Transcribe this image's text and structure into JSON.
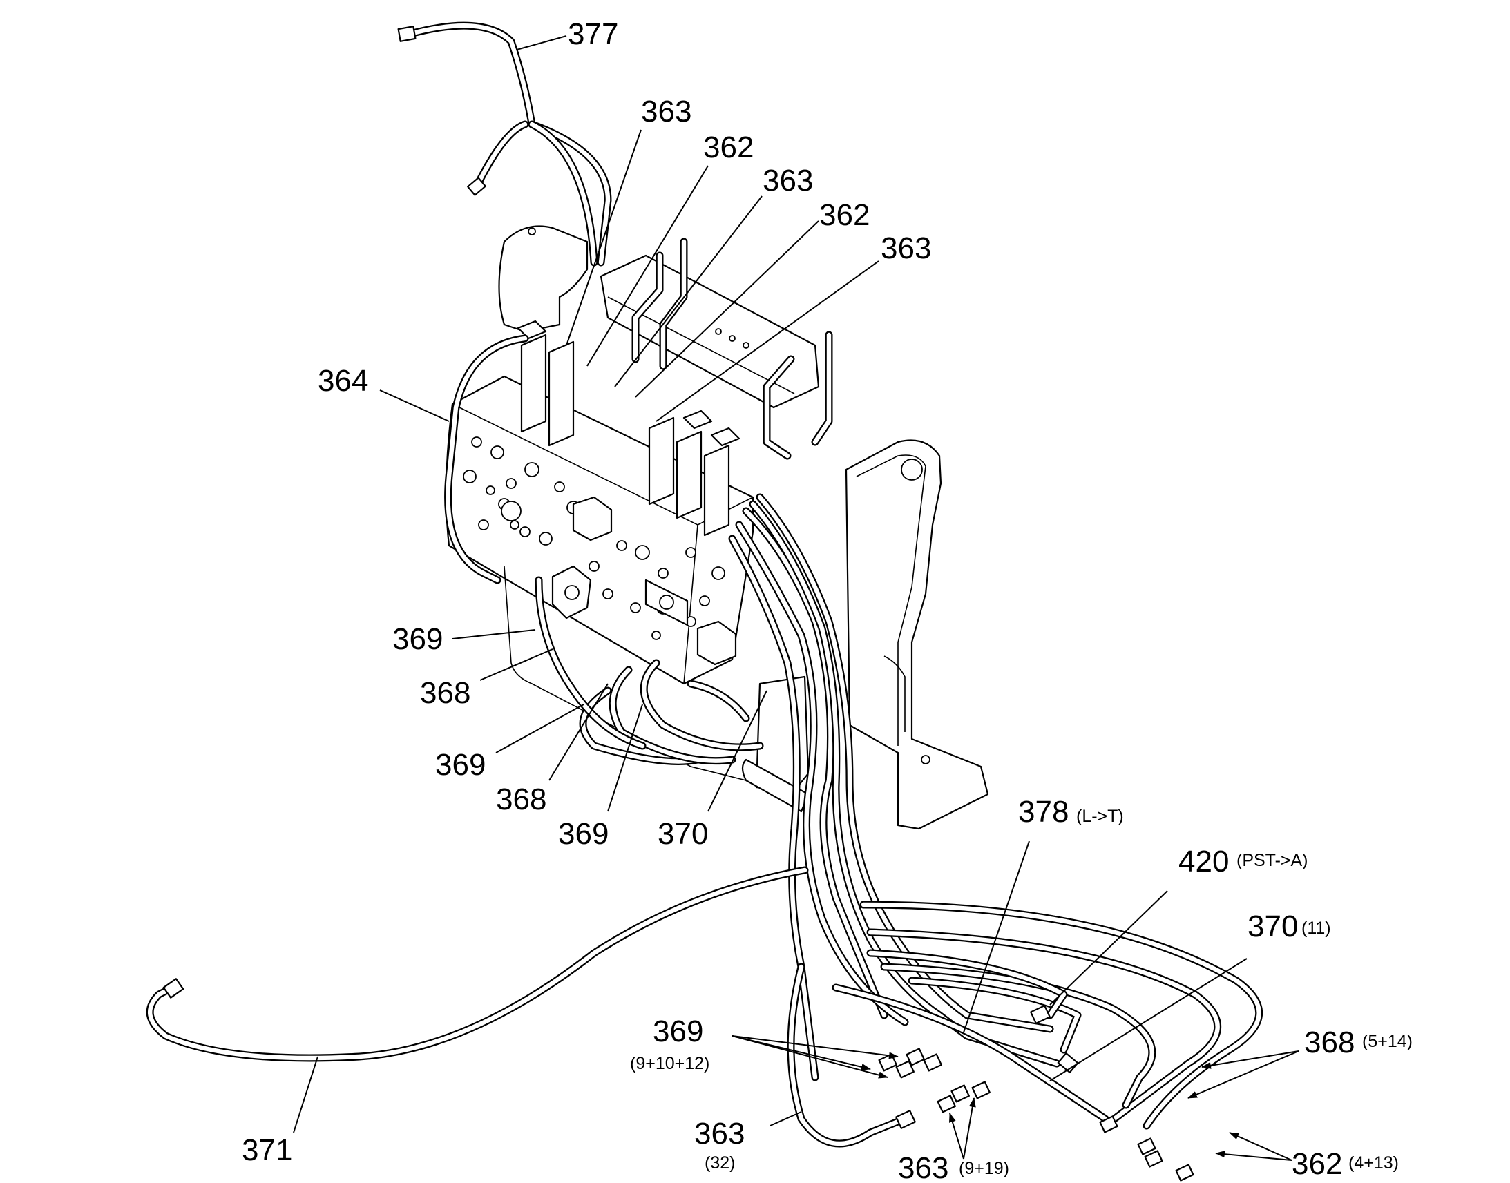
{
  "callouts": [
    {
      "id": "c377",
      "number": "377",
      "note": ""
    },
    {
      "id": "c363a",
      "number": "363",
      "note": ""
    },
    {
      "id": "c362a",
      "number": "362",
      "note": ""
    },
    {
      "id": "c363b",
      "number": "363",
      "note": ""
    },
    {
      "id": "c362b",
      "number": "362",
      "note": ""
    },
    {
      "id": "c363c",
      "number": "363",
      "note": ""
    },
    {
      "id": "c364",
      "number": "364",
      "note": ""
    },
    {
      "id": "c369a",
      "number": "369",
      "note": ""
    },
    {
      "id": "c368a",
      "number": "368",
      "note": ""
    },
    {
      "id": "c369b",
      "number": "369",
      "note": ""
    },
    {
      "id": "c368b",
      "number": "368",
      "note": ""
    },
    {
      "id": "c369c",
      "number": "369",
      "note": ""
    },
    {
      "id": "c370a",
      "number": "370",
      "note": ""
    },
    {
      "id": "c378",
      "number": "378",
      "note": "(L->T)"
    },
    {
      "id": "c420",
      "number": "420",
      "note": "(PST->A)"
    },
    {
      "id": "c370b",
      "number": "370",
      "note": "(11)"
    },
    {
      "id": "c369d",
      "number": "369",
      "note": "(9+10+12)"
    },
    {
      "id": "c368c",
      "number": "368",
      "note": "(5+14)"
    },
    {
      "id": "c363d",
      "number": "363",
      "note": "(32)"
    },
    {
      "id": "c363e",
      "number": "363",
      "note": "(9+19)"
    },
    {
      "id": "c362c",
      "number": "362",
      "note": "(4+13)"
    },
    {
      "id": "c371",
      "number": "371",
      "note": ""
    }
  ]
}
